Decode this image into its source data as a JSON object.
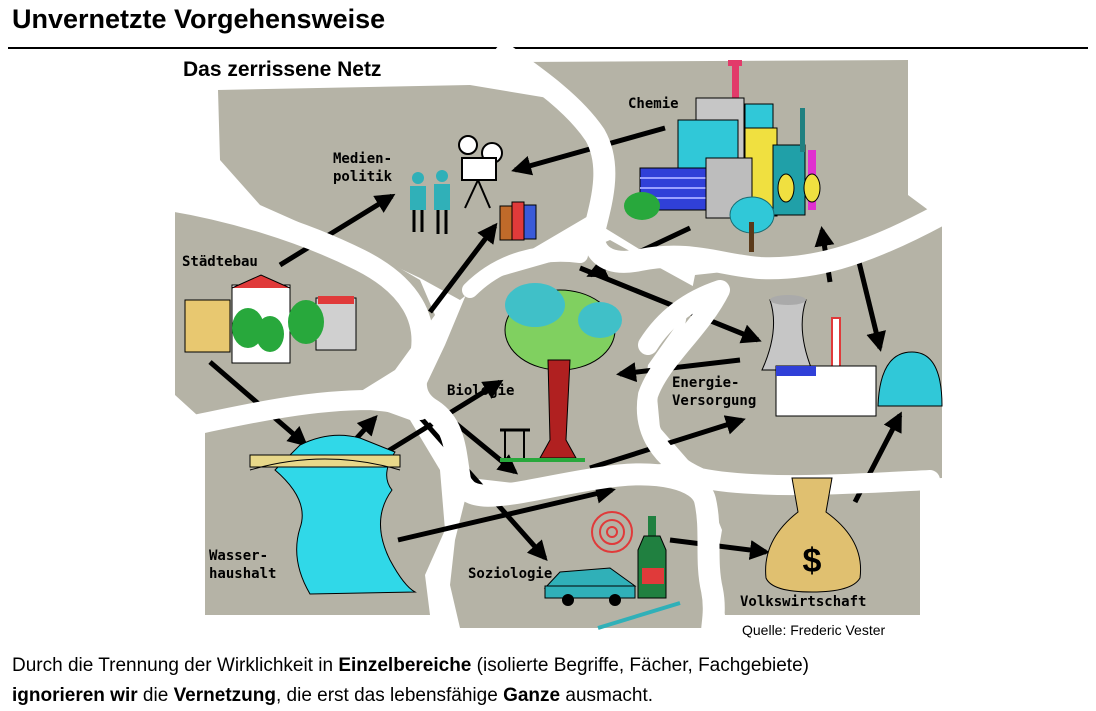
{
  "header": {
    "title": "Unvernetzte Vorgehensweise"
  },
  "diagram": {
    "subtitle": "Das zerrissene Netz",
    "source": "Quelle: Frederic Vester",
    "labels": {
      "chemie": "Chemie",
      "medienpolitik": "Medien-\npolitik",
      "staedtebau": "Städtebau",
      "biologie": "Biologie",
      "energie": "Energie-\nVersorgung",
      "wasser": "Wasser-\nhaushalt",
      "soziologie": "Soziologie",
      "volkswirtschaft": "Volkswirtschaft"
    }
  },
  "caption": {
    "p1": "Durch die Trennung der Wirklichkeit in ",
    "b1": "Einzelbereiche",
    "p2": " (isolierte Begriffe, Fächer,  Fachgebiete)",
    "b2": "ignorieren wir",
    "p3": " die ",
    "b3": "Vernetzung",
    "p4": ", die erst das lebensfähige ",
    "b4": "Ganze",
    "p5": " ausmacht."
  },
  "colors": {
    "panel": "#b5b3a6",
    "crack": "#ffffff",
    "arrow": "#000000"
  }
}
